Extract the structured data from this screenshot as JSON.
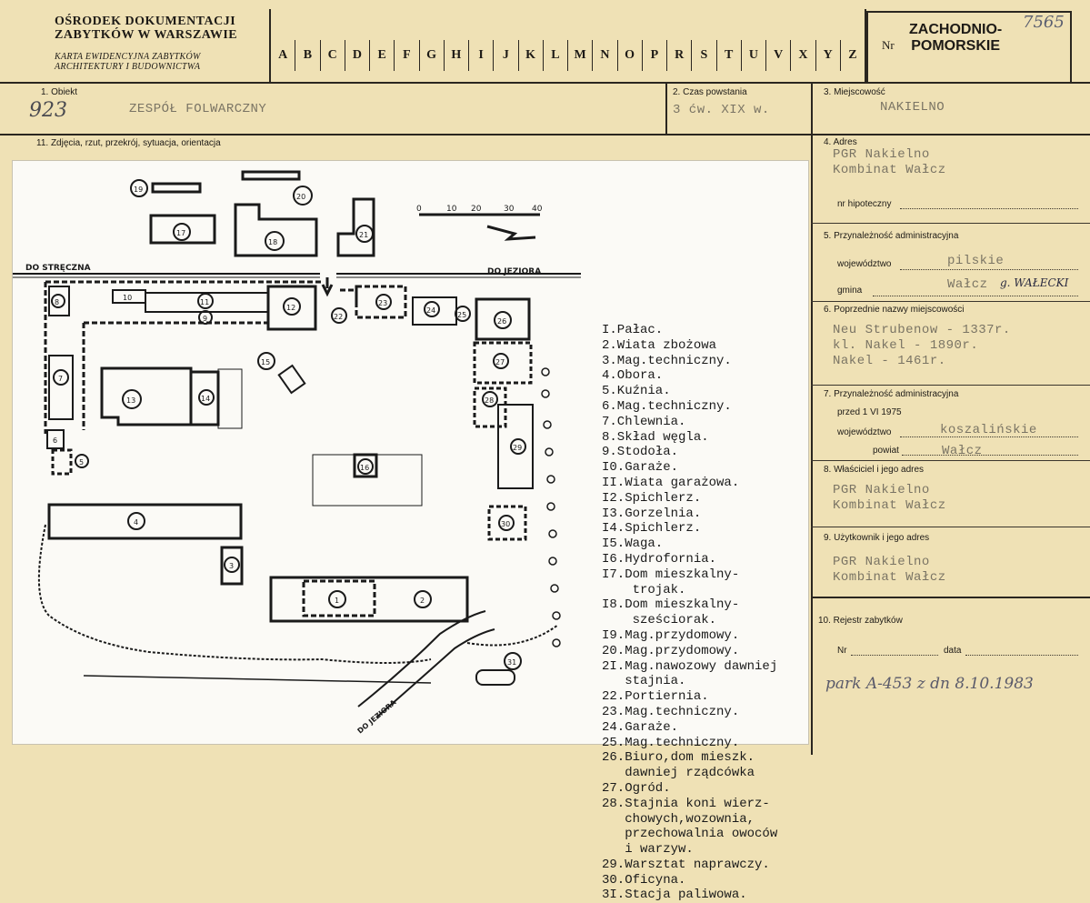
{
  "header": {
    "org_line1": "OŚRODEK DOKUMENTACJI",
    "org_line2": "ZABYTKÓW W WARSZAWIE",
    "karta_line1": "KARTA EWIDENCYJNA ZABYTKÓW",
    "karta_line2": "ARCHITEKTURY I BUDOWNICTWA",
    "letters": [
      "A",
      "B",
      "C",
      "D",
      "E",
      "F",
      "G",
      "H",
      "I",
      "J",
      "K",
      "L",
      "M",
      "N",
      "O",
      "P",
      "R",
      "S",
      "T",
      "U",
      "V",
      "X",
      "Y",
      "Z"
    ],
    "nr_label": "Nr",
    "region_line1": "ZACHODNIO-",
    "region_line2": "POMORSKIE",
    "card_number": "7565"
  },
  "fields": {
    "obiekt_label": "1. Obiekt",
    "obiekt_number": "923",
    "obiekt_value": "ZESPÓŁ FOLWARCZNY",
    "czas_label": "2. Czas powstania",
    "czas_value": "3 ćw. XIX w.",
    "miejscowosc_label": "3. Miejscowość",
    "miejscowosc_value": "NAKIELNO",
    "zdjecia_label": "11. Zdjęcia, rzut, przekrój, sytuacja, orientacja",
    "adres_label": "4. Adres",
    "adres_line1": "PGR Nakielno",
    "adres_line2": "Kombinat Wałcz",
    "hipoteczny_label": "nr hipoteczny",
    "przynaleznosc_label": "5. Przynależność administracyjna",
    "wojewodztwo_label": "województwo",
    "wojewodztwo_value": "pilskie",
    "gmina_label": "gmina",
    "gmina_value": "Wałcz",
    "gmina_note": "g. WAŁECKI",
    "poprzednie_label": "6. Poprzednie nazwy miejscowości",
    "poprzednie_line1": "Neu Strubenow - 1337r.",
    "poprzednie_line2": "kl. Nakel - 1890r.",
    "poprzednie_line3": "Nakel - 1461r.",
    "przed_label": "7. Przynależność administracyjna",
    "przed_date": "przed 1 VI 1975",
    "wojewodztwo2_label": "województwo",
    "wojewodztwo2_value": "koszalińskie",
    "powiat_label": "powiat",
    "powiat_value": "Wałcz",
    "wlasciciel_label": "8. Właściciel i jego adres",
    "wlasciciel_line1": "PGR Nakielno",
    "wlasciciel_line2": "Kombinat Wałcz",
    "uzytkownik_label": "9. Użytkownik i jego adres",
    "uzytkownik_line1": "PGR Nakielno",
    "uzytkownik_line2": "Kombinat Wałcz",
    "rejestr_label": "10. Rejestr zabytków",
    "nr_label": "Nr",
    "data_label": "data",
    "rejestr_note": "park A-453 z dn 8.10.1983"
  },
  "map": {
    "road_left": "DO STRĘCZNA",
    "road_right": "DO JEZIORA",
    "road_bottom": "DO JEZIORA",
    "scale_labels": [
      "0",
      "10",
      "20",
      "30",
      "40"
    ]
  },
  "legend": [
    "I.Pałac.",
    "2.Wiata zbożowa",
    "3.Mag.techniczny.",
    "4.Obora.",
    "5.Kuźnia.",
    "6.Mag.techniczny.",
    "7.Chlewnia.",
    "8.Skład węgla.",
    "9.Stodoła.",
    "I0.Garaże.",
    "II.Wiata garażowa.",
    "I2.Spichlerz.",
    "I3.Gorzelnia.",
    "I4.Spichlerz.",
    "I5.Waga.",
    "I6.Hydrofornia.",
    "I7.Dom mieszkalny-",
    "    trojak.",
    "I8.Dom mieszkalny-",
    "    sześciorak.",
    "I9.Mag.przydomowy.",
    "20.Mag.przydomowy.",
    "2I.Mag.nawozowy dawniej",
    "   stajnia.",
    "22.Portiernia.",
    "23.Mag.techniczny.",
    "24.Garaże.",
    "25.Mag.techniczny.",
    "26.Biuro,dom mieszk.",
    "   dawniej rządcówka",
    "27.Ogród.",
    "28.Stajnia koni wierz-",
    "   chowych,wozownia,",
    "   przechowalnia owoców",
    "   i warzyw.",
    "29.Warsztat naprawczy.",
    "30.Oficyna.",
    "3I.Stacja paliwowa."
  ]
}
